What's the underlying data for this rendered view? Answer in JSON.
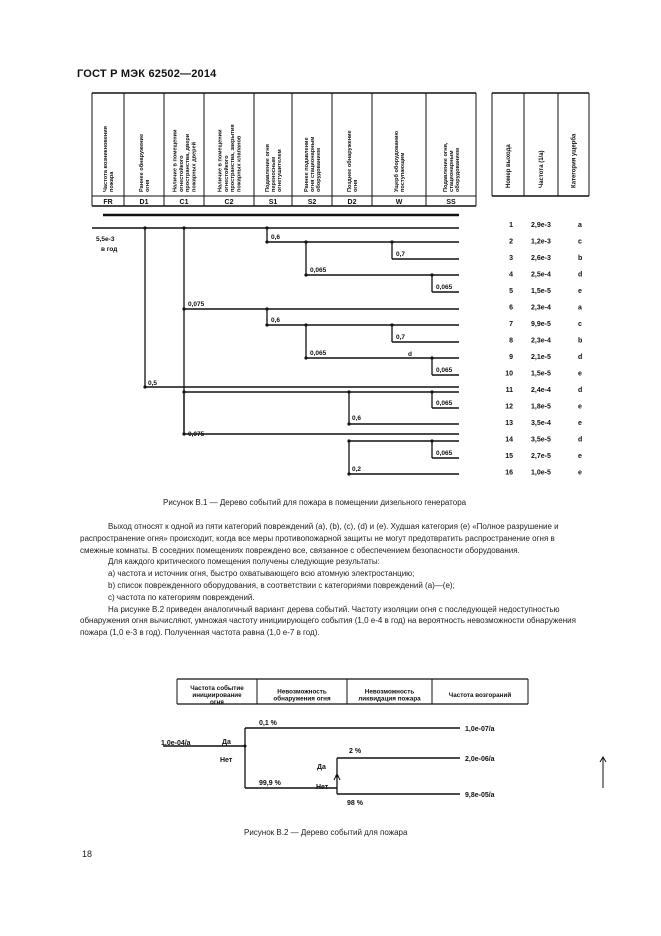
{
  "header": {
    "title": "ГОСТ Р МЭК 62502—2014"
  },
  "figure1": {
    "columns": [
      {
        "code": "FR",
        "header": [
          "Частота возникновения",
          "пожара"
        ]
      },
      {
        "code": "D1",
        "header": [
          "Раннее обнаружение",
          "огня"
        ]
      },
      {
        "code": "C1",
        "header": [
          "Наличие в помещении",
          "огнестойкого",
          "пространства, двери",
          "пожарных дверей"
        ]
      },
      {
        "code": "C2",
        "header": [
          "Наличие в помещении",
          "огнестойкого",
          "пространства, закрытия",
          "пожарных клапанов"
        ]
      },
      {
        "code": "S1",
        "header": [
          "Подавление огня",
          "переносным",
          "огнетушителем"
        ]
      },
      {
        "code": "S2",
        "header": [
          "Раннее подавление",
          "огня стационарным",
          "оборудованием"
        ]
      },
      {
        "code": "D2",
        "header": [
          "Позднее обнаружение",
          "огня"
        ]
      },
      {
        "code": "W",
        "header": [
          "Ущерб оборудованию",
          "поступающим"
        ]
      },
      {
        "code": "SS",
        "header": [
          "Подавление огня,",
          "стационарным",
          "оборудованием"
        ]
      }
    ],
    "outcome_headers": [
      "Номер выхода",
      "Частота (1/a)",
      "Категория ущерба"
    ],
    "initiating_value": "5,5e-3",
    "initiating_unit": "в год",
    "branch_labels": [
      "0,6",
      "0,7",
      "0,065",
      "0,065",
      "0,075",
      "0,6",
      "0,7",
      "0,065",
      "d",
      "0,065",
      "0,5",
      "0,065",
      "0,6",
      "0,075",
      "0,065",
      "0,2"
    ],
    "outcomes": [
      {
        "n": "1",
        "f": "2,9e-3",
        "c": "a"
      },
      {
        "n": "2",
        "f": "1,2e-3",
        "c": "c"
      },
      {
        "n": "3",
        "f": "2,6e-3",
        "c": "b"
      },
      {
        "n": "4",
        "f": "2,5e-4",
        "c": "d"
      },
      {
        "n": "5",
        "f": "1,5e-5",
        "c": "e"
      },
      {
        "n": "6",
        "f": "2,3e-4",
        "c": "a"
      },
      {
        "n": "7",
        "f": "9,9e-5",
        "c": "c"
      },
      {
        "n": "8",
        "f": "2,3e-4",
        "c": "b"
      },
      {
        "n": "9",
        "f": "2,1e-5",
        "c": "d"
      },
      {
        "n": "10",
        "f": "1,5e-5",
        "c": "e"
      },
      {
        "n": "11",
        "f": "2,4e-4",
        "c": "d"
      },
      {
        "n": "12",
        "f": "1,8e-5",
        "c": "e"
      },
      {
        "n": "13",
        "f": "3,5e-4",
        "c": "e"
      },
      {
        "n": "14",
        "f": "3,5e-5",
        "c": "d"
      },
      {
        "n": "15",
        "f": "2,7e-5",
        "c": "e"
      },
      {
        "n": "16",
        "f": "1,0e-5",
        "c": "e"
      }
    ],
    "caption": "Рисунок В.1 — Дерево событий для пожара в помещении дизельного генератора"
  },
  "body": {
    "p1": "Выход относят к одной из пяти категорий повреждений (a), (b), (c), (d) и (e). Худшая категория (e) «Полное разрушение и распространение огня» происходит, когда все меры противопожарной защиты не могут предотвратить распространение огня в смежные комнаты. В соседних помещениях повреждено все, связанное с обеспечением безопасности оборудования.",
    "p2": "Для каждого критического помещения получены следующие результаты:",
    "li1": "a)  частота и источник огня, быстро охватывающего всю атомную электростанцию;",
    "li2": "b)  список поврежденного оборудования, в соответствии с категориями повреждений (a)—(e);",
    "li3": "c)  частота по категориям повреждений.",
    "p3": "На рисунке В.2 приведен аналогичный вариант дерева событий. Частоту изоляции огня с последующей недоступностью обнаружения огня вычисляют, умножая частоту инициирующего события (1,0 e-4 в год) на вероятность невозможности обнаружения пожара (1,0 e-3 в год). Полученная частота равна (1,0 e-7 в год)."
  },
  "figure2": {
    "headers": [
      [
        "Частота событие",
        "инициирование",
        "огня"
      ],
      [
        "Невозможность",
        "обнаружения огня"
      ],
      [
        "Невозможность",
        "ликвидация пожара"
      ],
      [
        "Частота возгораний"
      ]
    ],
    "initiating": "1,0e-04/a",
    "yes1": "Да",
    "no1": "Нет",
    "p1_yes": "0,1 %",
    "p1_no": "99,9 %",
    "yes2": "Да",
    "no2": "Нет",
    "p2_yes": "2 %",
    "p2_no": "98 %",
    "results": [
      "1,0e-07/a",
      "2,0e-06/a",
      "9,8e-05/a"
    ],
    "caption": "Рисунок В.2 — Дерево событий для пожара"
  },
  "page_number": "18"
}
